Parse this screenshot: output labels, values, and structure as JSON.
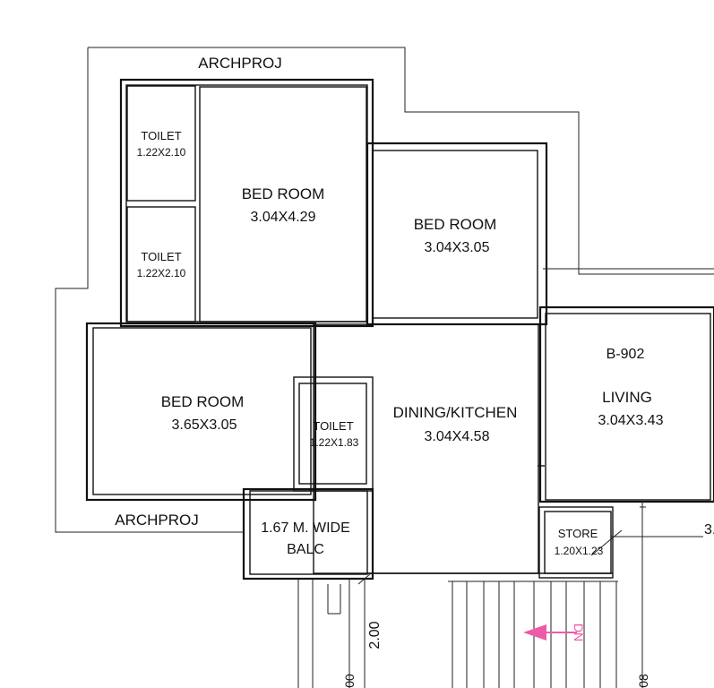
{
  "watermarks": {
    "top": "ARCHPROJ",
    "bottom": "ARCHPROJ"
  },
  "unit_id": "B-902",
  "rooms": [
    {
      "key": "toilet1",
      "name": "TOILET",
      "dim": "1.22X2.10"
    },
    {
      "key": "toilet2",
      "name": "TOILET",
      "dim": "1.22X2.10"
    },
    {
      "key": "bedroom1",
      "name": "BED ROOM",
      "dim": "3.04X4.29"
    },
    {
      "key": "bedroom2",
      "name": "BED ROOM",
      "dim": "3.04X3.05"
    },
    {
      "key": "bedroom3",
      "name": "BED ROOM",
      "dim": "3.65X3.05"
    },
    {
      "key": "toilet3",
      "name": "TOILET",
      "dim": "1.22X1.83"
    },
    {
      "key": "dining",
      "name": "DINING/KITCHEN",
      "dim": "3.04X4.58"
    },
    {
      "key": "living",
      "name": "LIVING",
      "dim": "3.04X3.43"
    },
    {
      "key": "balcony",
      "name": "1.67 M. WIDE",
      "dim": "BALC"
    },
    {
      "key": "store",
      "name": "STORE",
      "dim": "1.20X1.23"
    }
  ],
  "dimensions": {
    "stair_width": "2.00",
    "stair_side": "00",
    "right_cut": "3.",
    "right_vertical": "08"
  },
  "stair_direction": "DN",
  "colors": {
    "line": "#111111",
    "arrow": "#ee5aa8",
    "background": "#ffffff"
  }
}
